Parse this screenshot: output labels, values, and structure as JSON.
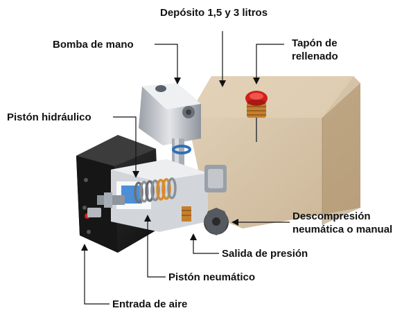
{
  "labels": {
    "deposito": "Depósito 1,5 y 3 litros",
    "bomba_mano": "Bomba de mano",
    "tapon_line1": "Tapón de",
    "tapon_line2": "rellenado",
    "piston_hidraulico": "Pistón hidráulico",
    "descompresion_line1": "Descompresión",
    "descompresion_line2": "neumática o manual",
    "salida_presion": "Salida de presión",
    "piston_neumatico": "Pistón neumático",
    "entrada_aire": "Entrada de aire"
  },
  "colors": {
    "leader_line": "#111111",
    "tank_fill": "#c9b08a",
    "body_dark": "#1d1d1d",
    "metal_light": "#c8cbd0",
    "spring_blue": "#2f6fb8",
    "spring_orange": "#d98a2b",
    "cap_red": "#d1201a",
    "knob_dark": "#3a3a3a"
  },
  "icons": {
    "reservoir": "translucent-tank",
    "fill_cap": "red-screw-cap",
    "hand_pump": "pump-head",
    "spring": "coil-spring",
    "knob": "star-knob"
  }
}
